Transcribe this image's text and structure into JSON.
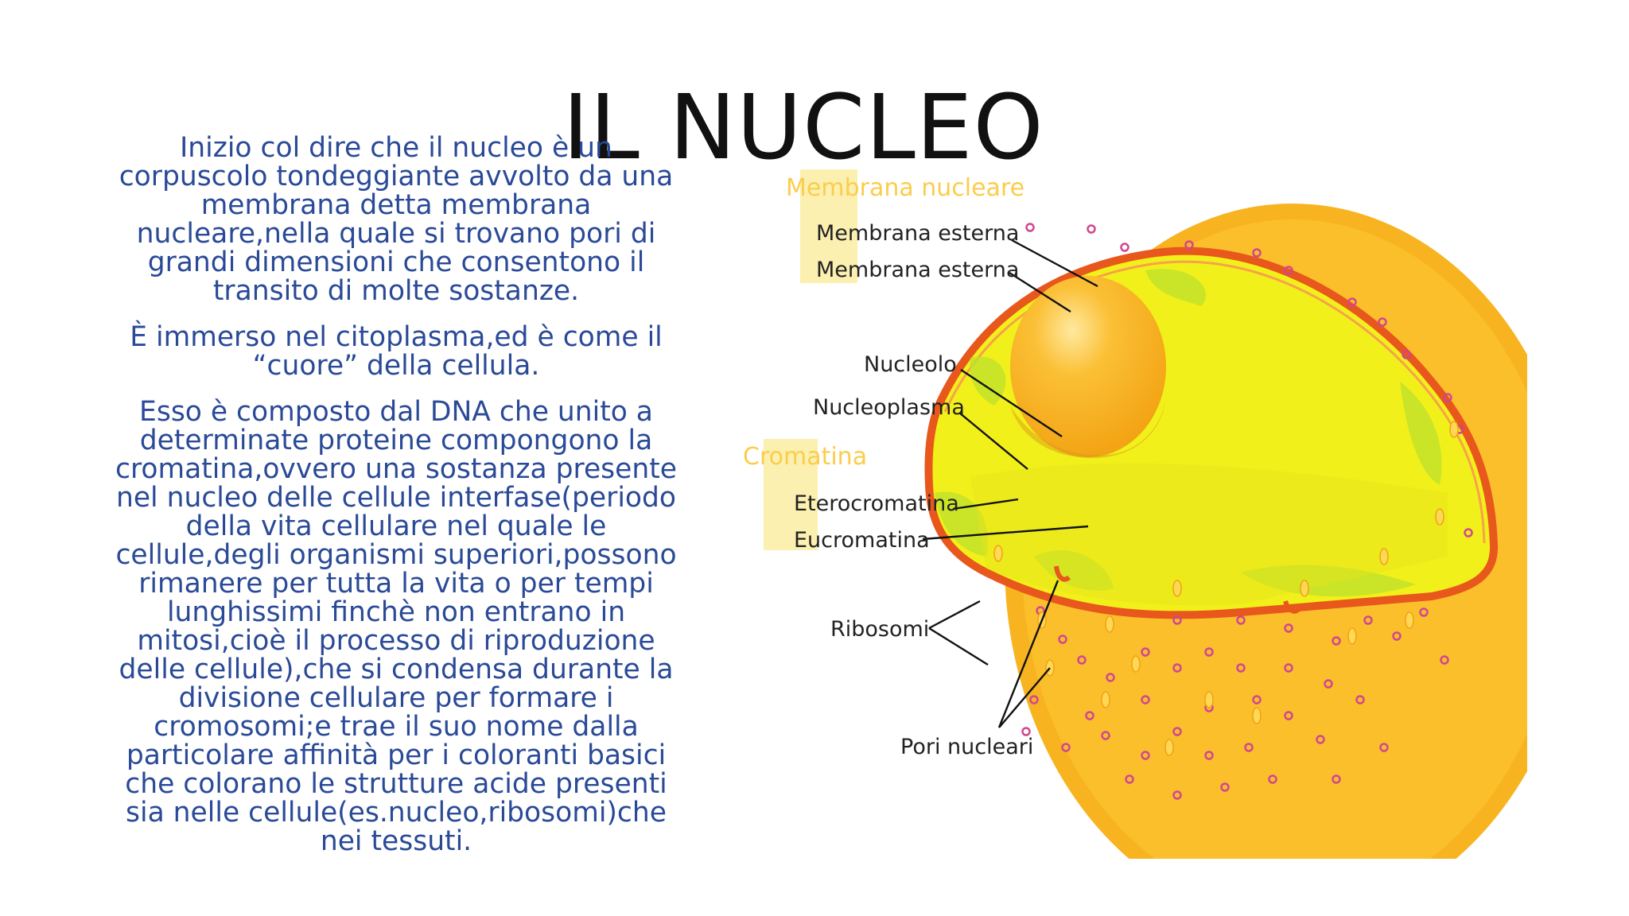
{
  "slide": {
    "title": "IL NUCLEO",
    "paragraphs": [
      "Inizio col dire che il nucleo è un corpuscolo tondeggiante avvolto da una membrana detta membrana nucleare,nella quale si trovano pori di grandi dimensioni che consentono il transito di molte sostanze.",
      "È immerso nel citoplasma,ed è come il “cuore” della cellula.",
      "Esso è composto dal DNA che unito a determinate proteine compongono la cromatina,ovvero una sostanza presente nel nucleo delle cellule interfase(periodo della vita cellulare nel quale le cellule,degli organismi superiori,possono rimanere per tutta la vita o per tempi lunghissimi finchè non entrano in mitosi,cioè il processo di riproduzione delle cellule),che si condensa durante la divisione cellulare per formare i cromosomi;e trae il suo nome dalla particolare affinità per i coloranti basici che colorano le strutture acide presenti sia nelle cellule(es.nucleo,ribosomi)che nei tessuti."
    ]
  },
  "diagram": {
    "group_membrana": "Membrana nucleare",
    "membrana_esterna_1": "Membrana esterna",
    "membrana_esterna_2": "Membrana esterna",
    "nucleolo": "Nucleolo",
    "nucleoplasma": "Nucleoplasma",
    "group_cromatina": "Cromatina",
    "eterocromatina": "Eterocromatina",
    "eucromatina": "Eucromatina",
    "ribosomi": "Ribosomi",
    "pori_nucleari": "Pori nucleari",
    "colors": {
      "text_blue": "#2a4a97",
      "cytoplasm": "#fbb524",
      "nucleoplasm": "#f2f01a",
      "membrane": "#e8571c",
      "nucleolus": "#f7b21e",
      "group_label": "#fbcd4c",
      "highlight_bar": "#fbf0b0"
    }
  }
}
